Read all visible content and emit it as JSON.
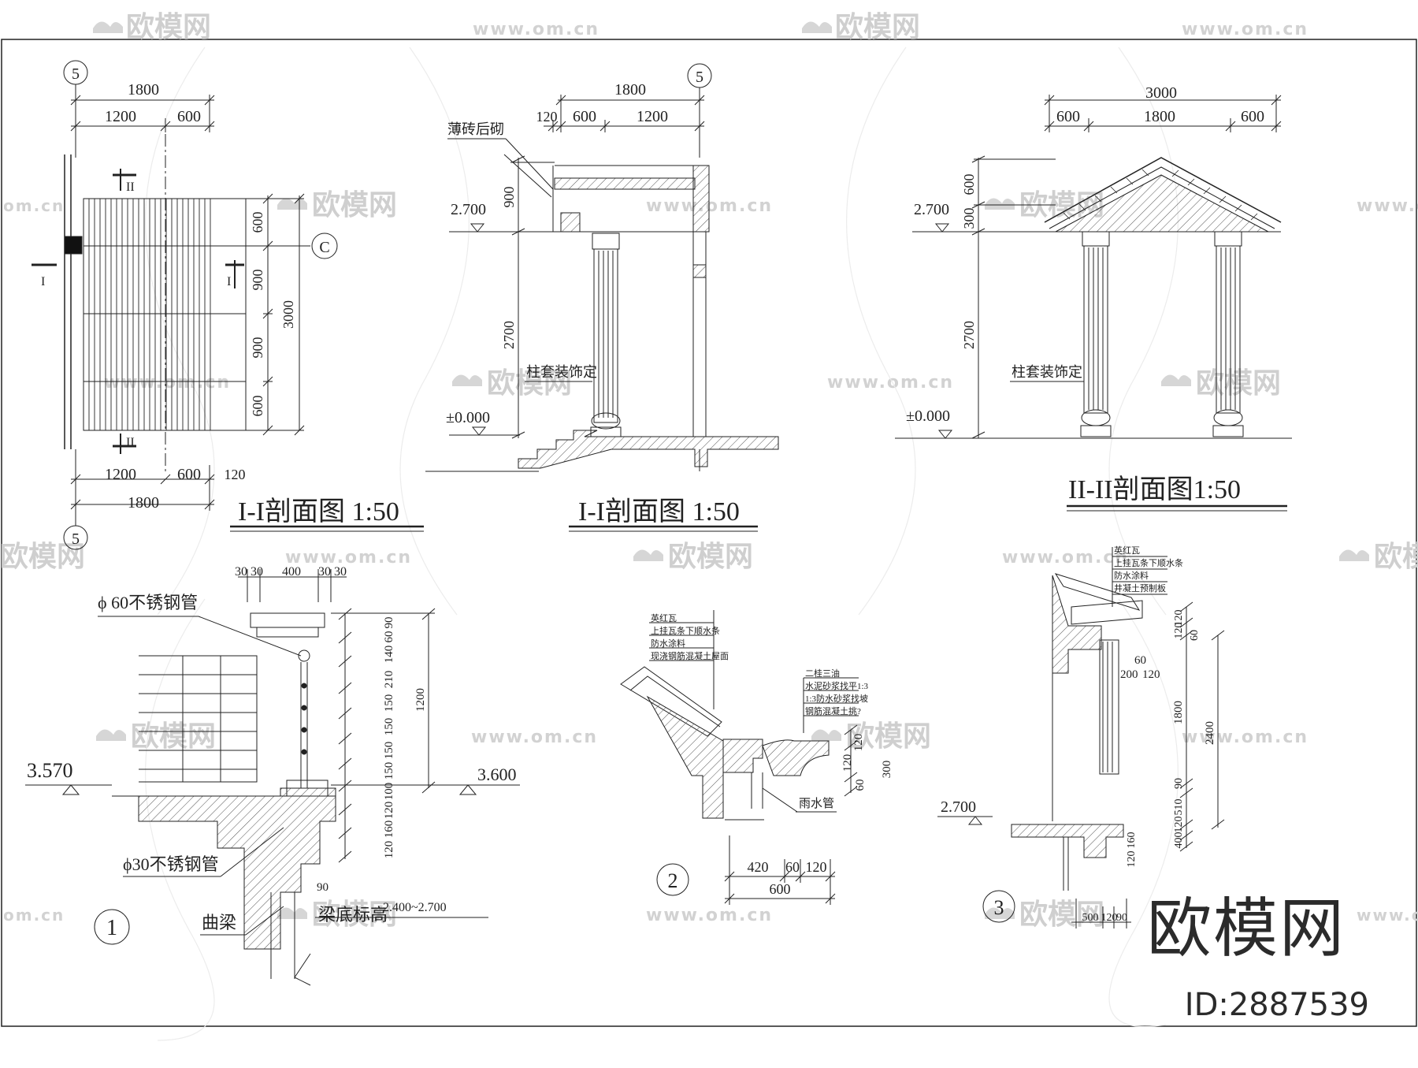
{
  "watermark": {
    "brand": "欧模网",
    "url": "www.om.cn",
    "url_fragment": "om.cn"
  },
  "brand_logo": {
    "name": "欧模网",
    "id": "ID:2887539"
  },
  "views": {
    "plan": {
      "title": "I-I剖面图 1:50",
      "axis_grid_top": "5",
      "axis_grid_bottom": "5",
      "axis_grid_right": "C",
      "section_marks": [
        "II",
        "II",
        "I",
        "I"
      ],
      "dims_top": [
        "1800",
        "1200",
        "600"
      ],
      "dims_bottom": [
        "1200",
        "600",
        "120",
        "1800"
      ],
      "dims_right": [
        "600",
        "900",
        "900",
        "600",
        "3000"
      ]
    },
    "section1": {
      "title": "I-I剖面图 1:50",
      "axis_grid": "5",
      "dims_top": [
        "1800",
        "120",
        "600",
        "1200"
      ],
      "dims_left": [
        "900",
        "2700"
      ],
      "elevations": [
        "2.700",
        "±0.000"
      ],
      "labels": [
        "薄砖后砌",
        "柱套装饰定"
      ]
    },
    "section2": {
      "title": "II-II剖面图1:50",
      "dims_top": [
        "3000",
        "600",
        "1800",
        "600"
      ],
      "dims_left": [
        "600",
        "300",
        "2700"
      ],
      "elevations": [
        "2.700",
        "±0.000"
      ],
      "labels": [
        "柱套装饰定"
      ]
    },
    "detail1": {
      "number": "1",
      "dims_top": [
        "30",
        "30",
        "400",
        "30",
        "30"
      ],
      "dims_right": [
        "90",
        "60",
        "140",
        "210",
        "150",
        "150",
        "150",
        "150",
        "100",
        "120",
        "160",
        "120",
        "1200"
      ],
      "elevations": [
        "3.570",
        "3.600"
      ],
      "labels": [
        "ϕ 60不锈钢管",
        "ϕ30不锈钢管",
        "曲梁",
        "梁底标高",
        "2.400~2.700",
        "90"
      ]
    },
    "detail2": {
      "number": "2",
      "layers": [
        "英红瓦",
        "上挂瓦条下顺水条",
        "防水涂料",
        "现浇钢筋混凝土屋面"
      ],
      "layers2": [
        "二桂三油",
        "水泥砂浆找平1:3",
        "1:3防水砂浆找坡",
        "钢筋混凝土挑?"
      ],
      "dims": [
        "120",
        "120",
        "300",
        "60",
        "420",
        "60",
        "120",
        "600"
      ],
      "labels": [
        "雨水管"
      ]
    },
    "detail3": {
      "number": "3",
      "layers": [
        "英红瓦",
        "上挂瓦条下顺水条",
        "防水涂料",
        "井凝土预制板"
      ],
      "dims": [
        "120",
        "120",
        "60",
        "60",
        "200",
        "120",
        "1800",
        "2400",
        "90",
        "510",
        "120",
        "400",
        "160",
        "120",
        "500",
        "120",
        "90"
      ],
      "elevations": [
        "2.700"
      ]
    }
  }
}
